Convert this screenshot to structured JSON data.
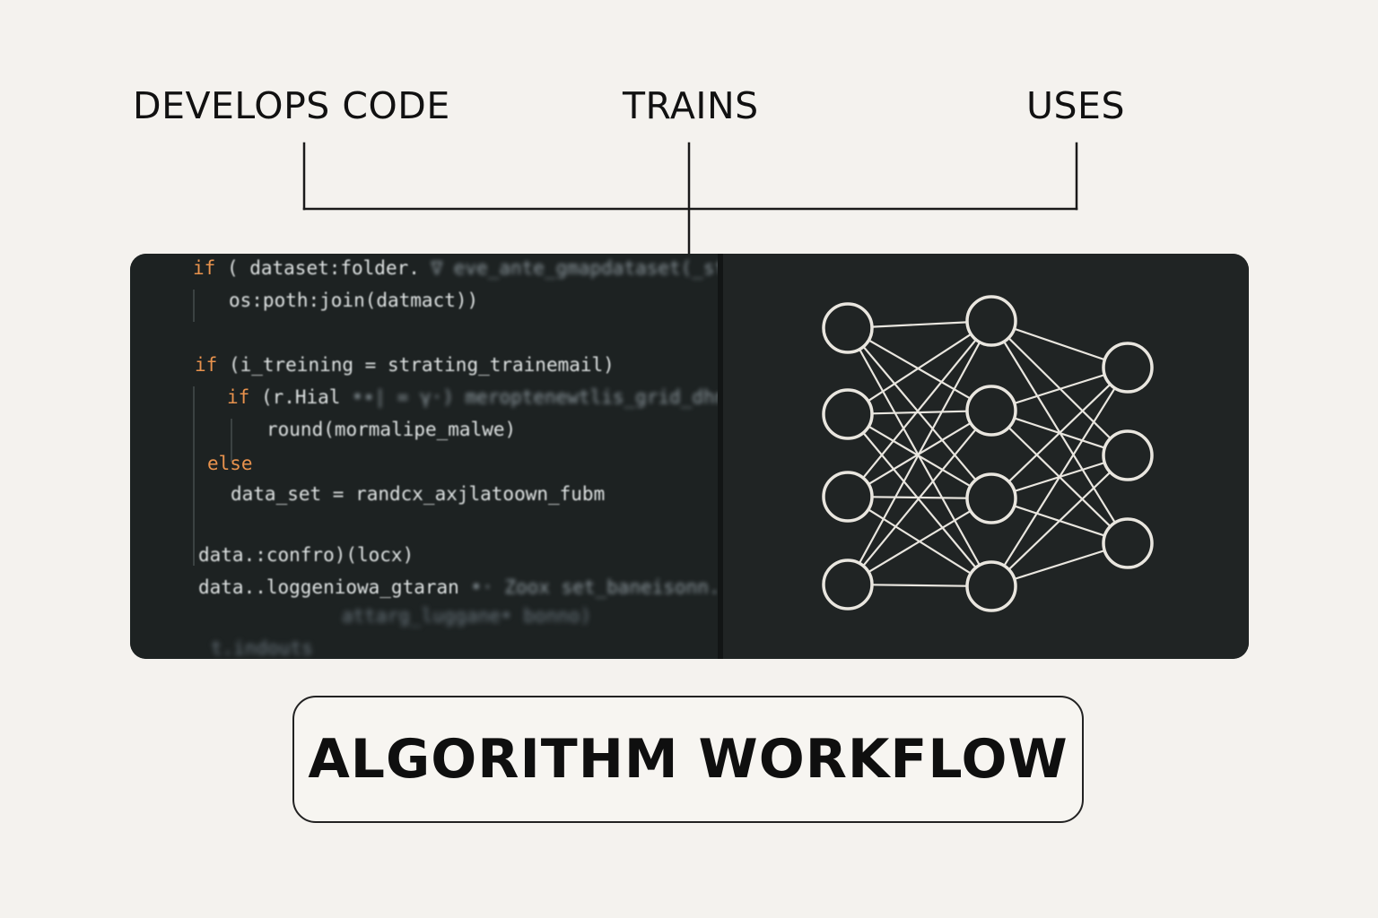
{
  "steps": [
    {
      "id": "develops",
      "label": "DEVELOPS CODE"
    },
    {
      "id": "trains",
      "label": "TRAINS"
    },
    {
      "id": "uses",
      "label": "USES"
    }
  ],
  "title": "ALGORITHM WORKFLOW",
  "code_lines": [
    {
      "kw": "if",
      "text": "( dataset:folder.",
      "blur": "∇ eve_ante_gmapdataset(_stm"
    },
    {
      "kw": "",
      "text": "os:poth:join(datmact))",
      "blur": ""
    },
    {
      "kw": "if",
      "text": "(i_treining = strating_trainemail)",
      "blur": ""
    },
    {
      "kw": "if",
      "text": "(r.Hial",
      "blur": "•∙| = γ·) meroptenewtlis_grid_dhn_strat"
    },
    {
      "kw": "",
      "text": "round(mormalipe_malwe)",
      "blur": ""
    },
    {
      "kw": "else",
      "text": "",
      "blur": ""
    },
    {
      "kw": "",
      "text": "data_set = randcx_axjlatoown_fubm",
      "blur": ""
    },
    {
      "kw": "",
      "text": "data.:confro)(locx)",
      "blur": ""
    },
    {
      "kw": "",
      "text": "data..loggeniowa_gtaran",
      "blur": "•· Zoox set_baneisonn. bool"
    },
    {
      "kw": "",
      "text": "",
      "blur": "attarg_luggane• bonno)"
    },
    {
      "kw": "",
      "text": "",
      "blur": "t.indouts"
    }
  ],
  "colors": {
    "background": "#f4f2ee",
    "panel": "#1b1f1f",
    "keyword": "#e8924d",
    "network": "#e9e6df",
    "text": "#111111"
  },
  "network": {
    "layers": [
      4,
      4,
      3
    ]
  }
}
